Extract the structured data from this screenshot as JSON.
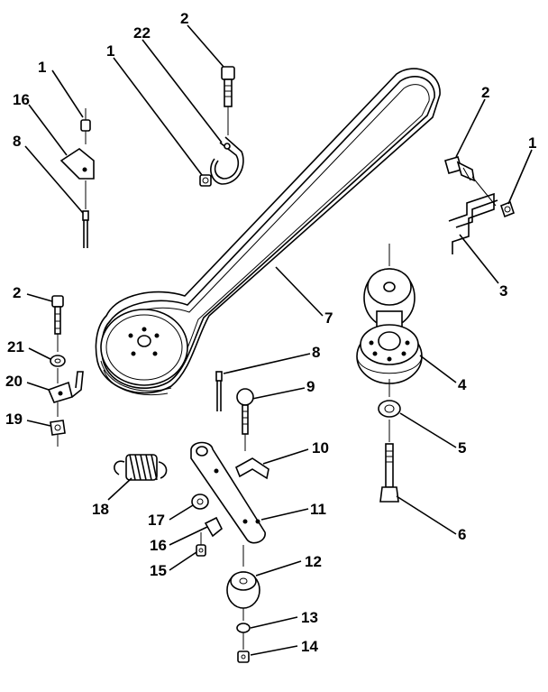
{
  "colors": {
    "ink": "#000000",
    "paper": "#ffffff"
  },
  "callouts": [
    {
      "id": "c1-a",
      "label": "1"
    },
    {
      "id": "c16-a",
      "label": "16"
    },
    {
      "id": "c8-a",
      "label": "8"
    },
    {
      "id": "c2-a",
      "label": "2"
    },
    {
      "id": "c22",
      "label": "22"
    },
    {
      "id": "c1-b",
      "label": "1"
    },
    {
      "id": "c2-b",
      "label": "2"
    },
    {
      "id": "c1-c",
      "label": "1"
    },
    {
      "id": "c3",
      "label": "3"
    },
    {
      "id": "c7",
      "label": "7"
    },
    {
      "id": "c2-c",
      "label": "2"
    },
    {
      "id": "c21",
      "label": "21"
    },
    {
      "id": "c20",
      "label": "20"
    },
    {
      "id": "c19",
      "label": "19"
    },
    {
      "id": "c8-b",
      "label": "8"
    },
    {
      "id": "c9",
      "label": "9"
    },
    {
      "id": "c4",
      "label": "4"
    },
    {
      "id": "c5",
      "label": "5"
    },
    {
      "id": "c6",
      "label": "6"
    },
    {
      "id": "c10",
      "label": "10"
    },
    {
      "id": "c11",
      "label": "11"
    },
    {
      "id": "c18",
      "label": "18"
    },
    {
      "id": "c17",
      "label": "17"
    },
    {
      "id": "c16-b",
      "label": "16"
    },
    {
      "id": "c15",
      "label": "15"
    },
    {
      "id": "c12",
      "label": "12"
    },
    {
      "id": "c13",
      "label": "13"
    },
    {
      "id": "c14",
      "label": "14"
    }
  ]
}
